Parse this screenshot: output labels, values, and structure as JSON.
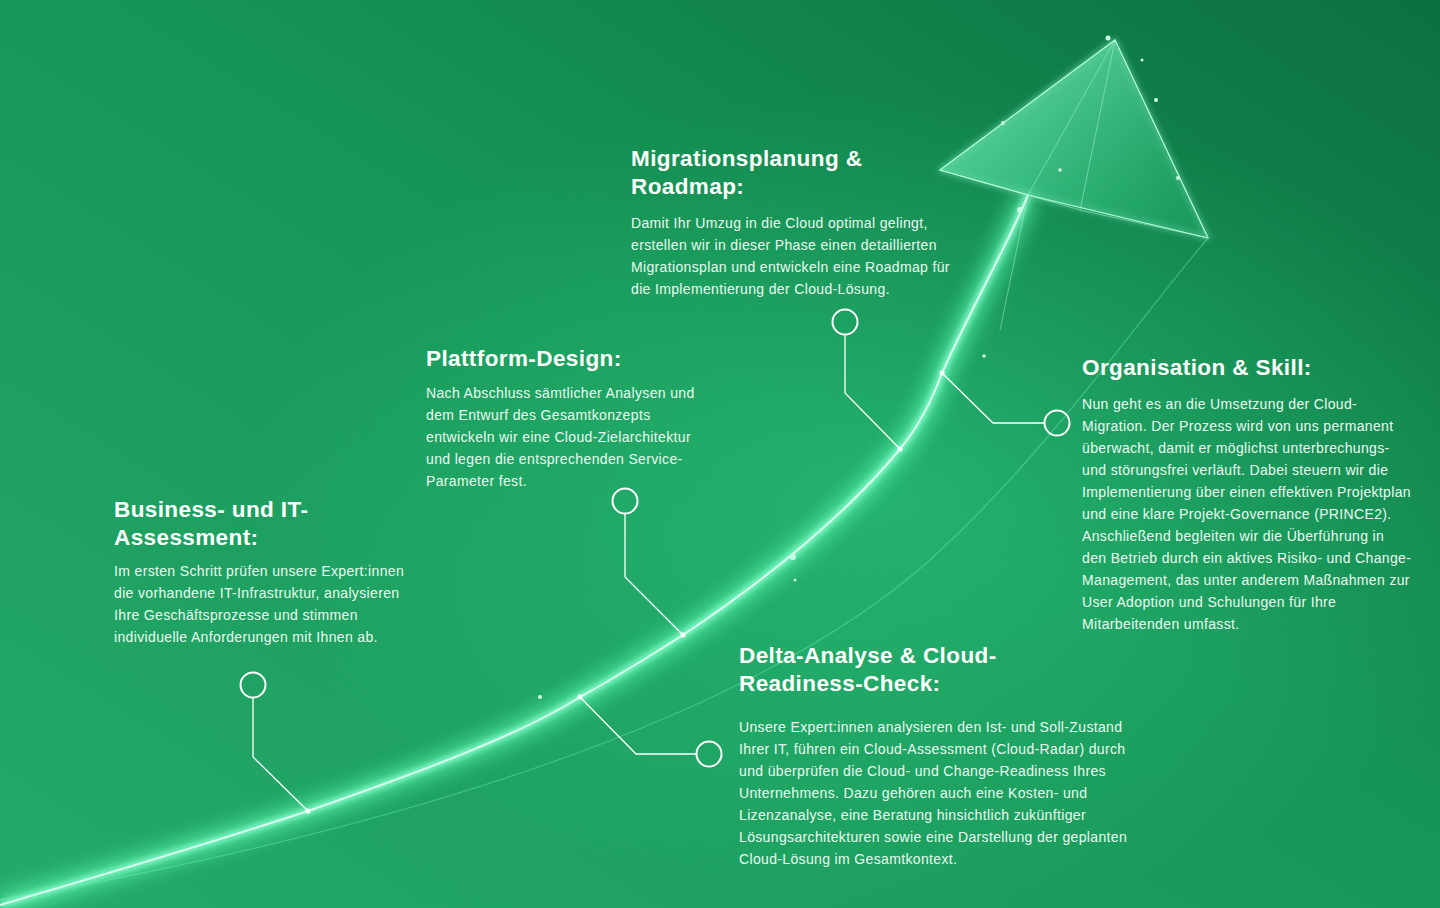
{
  "diagram": {
    "labels": [
      "Business- und IT-Assessment:",
      "Im ersten Schritt prüfen unsere Expert:innen die vorhandene IT-Infrastruktur, analysieren Ihre Geschäftsprozesse und stimmen individuelle Anforderungen mit Ihnen ab.",
      "Delta-Analyse & Cloud-Readiness-Check:",
      "Unsere Expert:innen analysieren den Ist- und Soll-Zustand Ihrer IT, führen ein Cloud-Assessment (Cloud-Radar) durch und überprüfen die Cloud- und Change-Readiness Ihres Unternehmens. Dazu gehören auch eine Kosten- und Lizenzanalyse, eine Beratung hinsichtlich zukünftiger Lösungsarchitekturen sowie eine Darstellung der geplanten Cloud-Lösung im Gesamtkontext.",
      "Plattform-Design:",
      "Nach Abschluss sämtlicher Analysen und dem Entwurf des Gesamtkonzepts entwickeln wir eine Cloud-Zielarchitektur und legen die entsprechenden Service-Parameter fest.",
      "Migrationsplanung & Roadmap:",
      "Damit Ihr Umzug in die Cloud optimal gelingt, erstellen wir in dieser Phase einen detaillierten Migrationsplan und entwickeln eine Roadmap für die Implementierung der Cloud-Lösung.",
      "Organisation & Skill:",
      "Nun geht es an die Umsetzung der Cloud-Migration. Der Prozess wird von uns permanent überwacht, damit er möglichst unterbrechungs- und störungsfrei verläuft. Dabei steuern wir die Implementierung über einen effektiven Projektplan und eine klare Projekt-Governance (PRINCE2). Anschließend begleiten wir die Überführung in den Betrieb durch ein aktives Risiko- und Change-Management, das unter anderem Maßnahmen zur User Adoption und Schulungen für Ihre Mitarbeitenden umfasst."
    ]
  }
}
